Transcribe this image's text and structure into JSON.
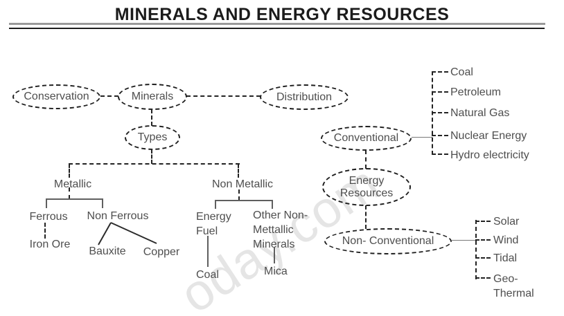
{
  "title": "MINERALS AND ENERGY RESOURCES",
  "watermark": "oday.com",
  "nodes": {
    "conservation": "Conservation",
    "minerals": "Minerals",
    "distribution": "Distribution",
    "types": "Types",
    "conventional": "Conventional",
    "energy_resources": {
      "line1": "Energy",
      "line2": "Resources"
    },
    "non_conventional": "Non- Conventional"
  },
  "tree": {
    "metallic": "Metallic",
    "non_metallic": "Non Metallic",
    "ferrous": "Ferrous",
    "non_ferrous": "Non Ferrous",
    "iron_ore": "Iron Ore",
    "bauxite": "Bauxite",
    "copper": "Copper",
    "energy_fuel": {
      "line1": "Energy",
      "line2": "Fuel"
    },
    "other_non_metallic": {
      "line1": "Other Non-",
      "line2": "Mettallic",
      "line3": "Minerals"
    },
    "coal": "Coal",
    "mica": "Mica"
  },
  "conventional_sources": [
    "Coal",
    "Petroleum",
    "Natural Gas",
    "Nuclear Energy",
    "Hydro electricity"
  ],
  "non_conventional_sources": [
    {
      "label": "Solar"
    },
    {
      "label": "Wind"
    },
    {
      "label": "Tidal"
    },
    {
      "label": "Geo-",
      "line2": "Thermal"
    }
  ],
  "colors": {
    "line_dark": "#222222",
    "line_gray": "#5f5f5f",
    "text": "#4e4e4e",
    "title": "#1b1b1b",
    "watermark": "#e5e5e5",
    "background": "#ffffff"
  }
}
